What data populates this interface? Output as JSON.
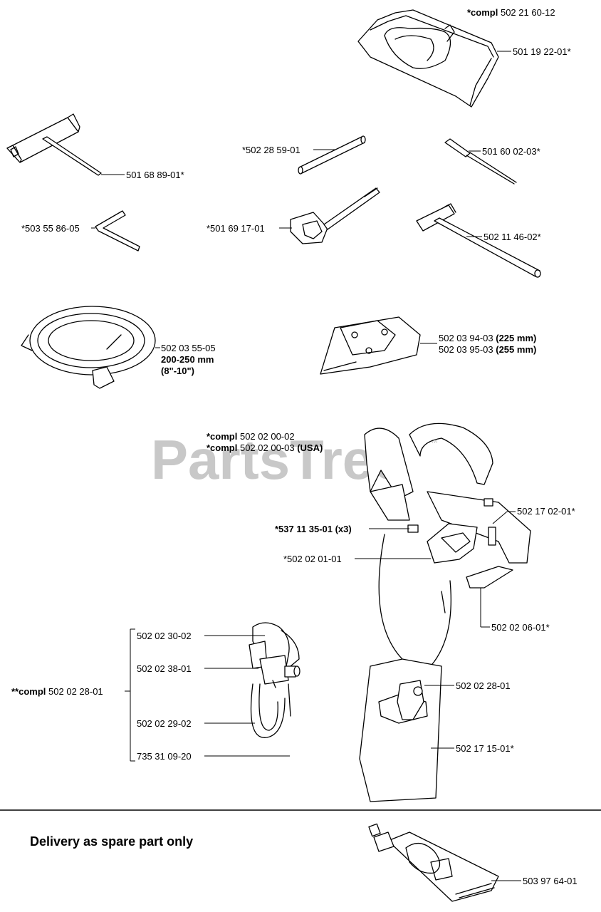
{
  "watermark": {
    "text": "PartsTree",
    "tm": "TM"
  },
  "labels": {
    "harness_bag_compl": {
      "prefix": "*compl",
      "number": "502 21 60-12"
    },
    "harness_bag": "501 19 22-01*",
    "combi_wrench": "501 68 89-01*",
    "screwdriver": "*502 28 59-01",
    "file": "501 60 02-03*",
    "hex_key": "*503 55 86-05",
    "socket_wrench": "*501 69 17-01",
    "tee_wrench": "502 11 46-02*",
    "trimmer_guard": {
      "number": "502 03 55-05",
      "size": "200-250 mm",
      "inch": "(8\"-10\")"
    },
    "blade_guard_225": {
      "number": "502 03 94-03",
      "size": "(225 mm)"
    },
    "blade_guard_255": {
      "number": "502 03 95-03",
      "size": "(255 mm)"
    },
    "harness_compl_1": {
      "prefix": "*compl",
      "number": "502 02 00-02"
    },
    "harness_compl_2": {
      "prefix": "*compl",
      "number": "502 02 00-03",
      "suffix": "(USA)"
    },
    "buckle": "*537 11 35-01 (x3)",
    "harness_plate": "*502 02 01-01",
    "strap_clip": "502 17 02-01*",
    "hip_pad_hook": "502 02 06-01*",
    "hook_assembly": "502 02 28-01",
    "hip_pad": "502 17 15-01*",
    "hook_compl": {
      "prefix": "**compl",
      "number": "502 02 28-01"
    },
    "hook_part_1": "502 02 30-02",
    "hook_part_2": "502 02 38-01",
    "hook_part_3": "502 02 29-02",
    "hook_part_4": "735 31 09-20",
    "grease": "503 97 64-01"
  },
  "footer": {
    "note": "Delivery as spare part only"
  }
}
